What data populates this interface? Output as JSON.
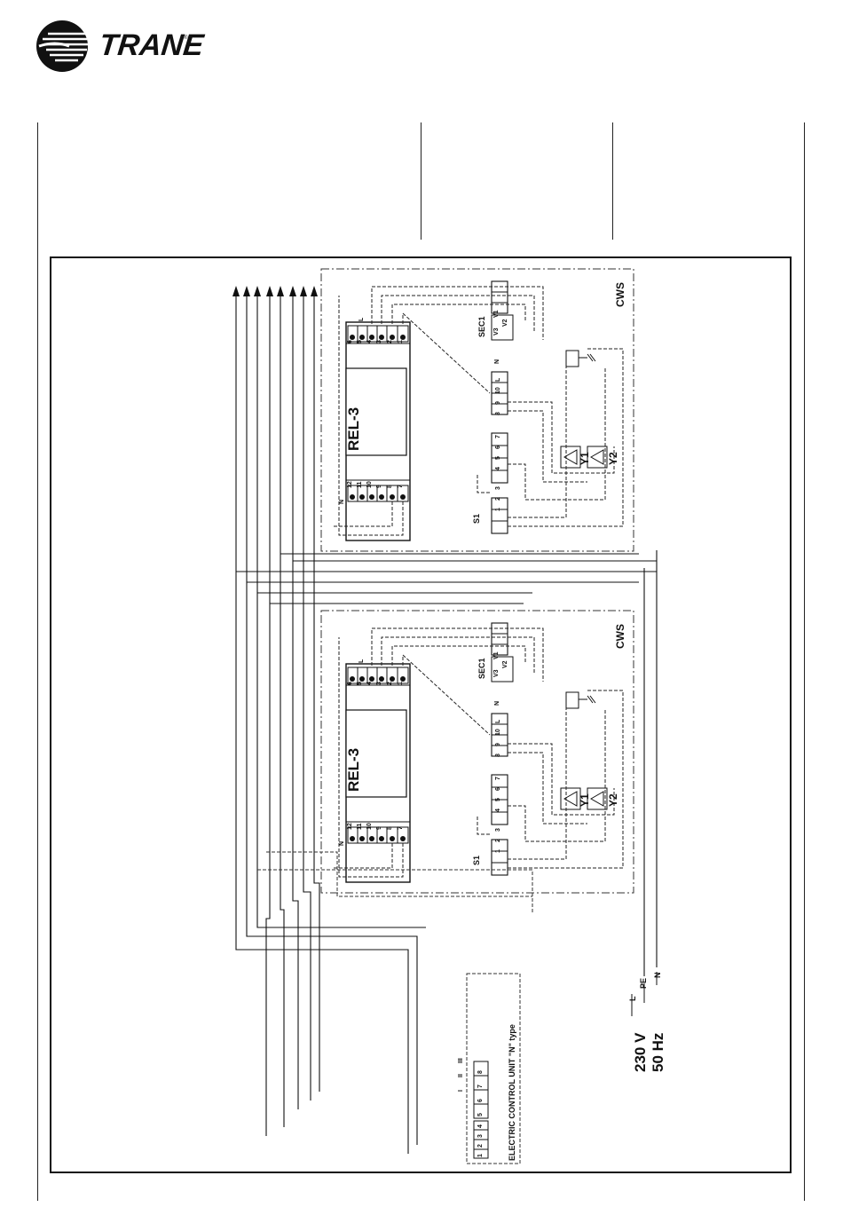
{
  "header": {
    "brand": "TRANE",
    "tm": "®"
  },
  "units": [
    {
      "relay": "REL-3",
      "box_label": "CWS",
      "sec_label": "SEC1",
      "sec_terms": [
        "V3",
        "V1",
        "V2"
      ],
      "sensor": "S1",
      "valves": [
        "Y1",
        "Y2"
      ],
      "relay_left_terms": [
        "12",
        "11",
        "10",
        "9",
        "8",
        "7"
      ],
      "relay_right_terms": [
        "6",
        "5",
        "4",
        "3",
        "2",
        "1"
      ],
      "relay_L": "L",
      "relay_N": "N",
      "strip_a": [
        "1",
        "2",
        "3"
      ],
      "strip_b": [
        "4",
        "5",
        "6",
        "7"
      ],
      "strip_c": [
        "8",
        "9",
        "10",
        "L"
      ],
      "strip_n": "N"
    },
    {
      "relay": "REL-3",
      "box_label": "CWS",
      "sec_label": "SEC1",
      "sec_terms": [
        "V3",
        "V1",
        "V2"
      ],
      "sensor": "S1",
      "valves": [
        "Y1",
        "Y2"
      ],
      "relay_left_terms": [
        "12",
        "11",
        "10",
        "9",
        "8",
        "7"
      ],
      "relay_right_terms": [
        "6",
        "5",
        "4",
        "3",
        "2",
        "1"
      ],
      "relay_L": "L",
      "relay_N": "N",
      "strip_a": [
        "1",
        "2",
        "3"
      ],
      "strip_b": [
        "4",
        "5",
        "6",
        "7"
      ],
      "strip_c": [
        "8",
        "9",
        "10",
        "L"
      ],
      "strip_n": "N"
    }
  ],
  "ecu": {
    "label": "ELECTRIC CONTROL UNIT \"N\" type",
    "terms_a": [
      "1",
      "2",
      "3",
      "4"
    ],
    "terms_b": [
      "5",
      "6",
      "7",
      "8"
    ],
    "speeds": [
      "I",
      "II",
      "III"
    ]
  },
  "supply": {
    "voltage": "230 V",
    "freq": "50 Hz",
    "L": "L",
    "PE": "PE",
    "N": "N"
  }
}
